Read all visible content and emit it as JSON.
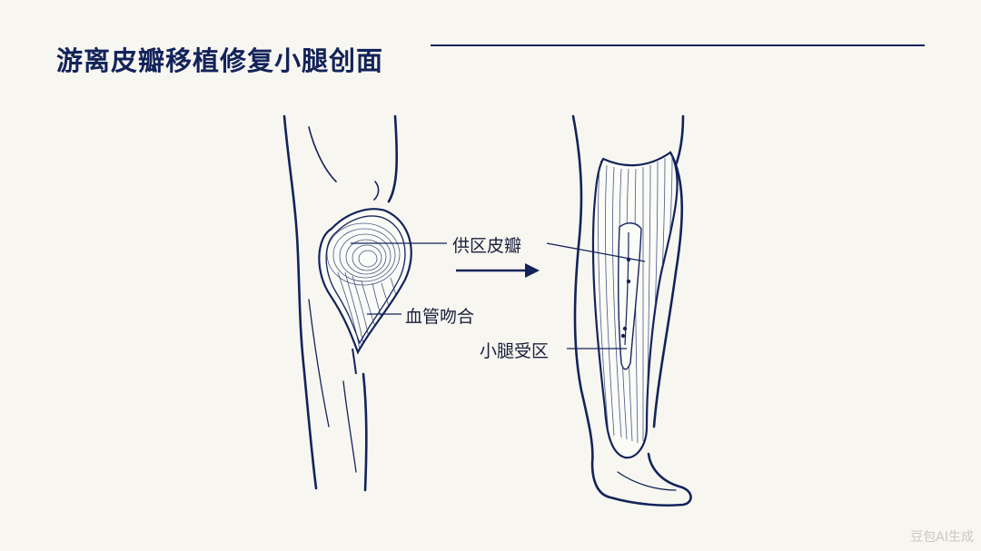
{
  "title": "游离皮瓣移植修复小腿创面",
  "labels": {
    "donor_flap": "供区皮瓣",
    "anastomosis": "血管吻合",
    "recipient": "小腿受区"
  },
  "watermark": "豆包AI生成",
  "colors": {
    "ink": "#13235a",
    "background": "#f7f6f1",
    "arrow": "#13235a"
  }
}
